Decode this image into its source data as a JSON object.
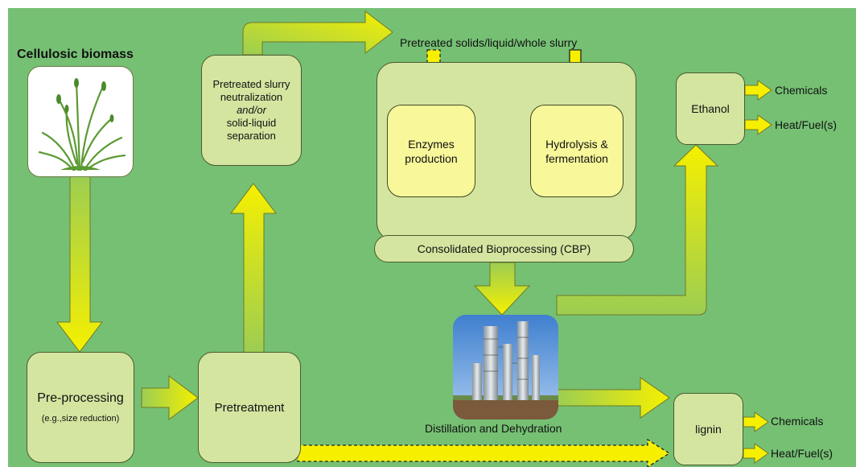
{
  "title": "Cellulosic biomass",
  "top_label": "Pretreated solids/liquid/whole slurry",
  "boxes": {
    "preprocessing": {
      "line1": "Pre-processing",
      "line2": "(e.g.,size reduction)"
    },
    "pretreatment": "Pretreatment",
    "neutralization": {
      "line1": "Pretreated slurry",
      "line2": "neutralization",
      "line3": "and/or",
      "line4": "solid-liquid",
      "line5": "separation"
    },
    "enzymes": {
      "line1": "Enzymes",
      "line2": "production"
    },
    "hydrolysis": {
      "line1": "Hydrolysis &",
      "line2": "fermentation"
    },
    "cbp": "Consolidated Bioprocessing (CBP)",
    "ethanol": "Ethanol",
    "lignin": "lignin"
  },
  "distillation_label": "Distillation and Dehydration",
  "outputs": {
    "ethanol": [
      "Chemicals",
      "Heat/Fuel(s)"
    ],
    "lignin": [
      "Chemicals",
      "Heat/Fuel(s)"
    ]
  },
  "colors": {
    "background": "#76c074",
    "box_fill": "#d4e5a0",
    "inner_box_fill": "#f8f79a",
    "arrow_yellow": "#f6f000",
    "arrow_green": "#a6d45c"
  },
  "icons": [
    "grass-plant-image",
    "distillation-column-photo"
  ]
}
